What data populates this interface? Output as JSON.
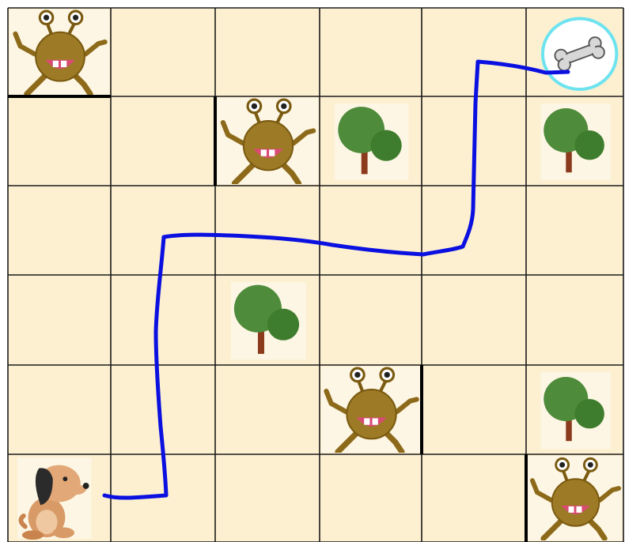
{
  "board": {
    "rows": 6,
    "cols": 6,
    "background_color": "#fdf0d1",
    "grid_line_color": "#1a1a1a",
    "path_color": "#0a10e0",
    "goal_ring_color": "#6ee3f0"
  },
  "pieces": [
    {
      "type": "monster",
      "icon": "monster-icon",
      "row": 0,
      "col": 0
    },
    {
      "type": "bone",
      "icon": "bone-icon",
      "row": 0,
      "col": 5,
      "highlighted": true
    },
    {
      "type": "monster",
      "icon": "monster-icon",
      "row": 1,
      "col": 2
    },
    {
      "type": "tree",
      "icon": "tree-icon",
      "row": 1,
      "col": 3
    },
    {
      "type": "tree",
      "icon": "tree-icon",
      "row": 1,
      "col": 5
    },
    {
      "type": "tree",
      "icon": "tree-icon",
      "row": 3,
      "col": 2
    },
    {
      "type": "monster",
      "icon": "monster-icon",
      "row": 4,
      "col": 3
    },
    {
      "type": "tree",
      "icon": "tree-icon",
      "row": 4,
      "col": 5
    },
    {
      "type": "dog",
      "icon": "dog-icon",
      "row": 5,
      "col": 0
    },
    {
      "type": "monster",
      "icon": "monster-icon",
      "row": 5,
      "col": 5
    }
  ],
  "walls": [
    {
      "orientation": "horizontal",
      "between_rows": [
        0,
        1
      ],
      "col": 0
    },
    {
      "orientation": "vertical",
      "between_cols": [
        1,
        2
      ],
      "row": 1
    },
    {
      "orientation": "vertical",
      "between_cols": [
        3,
        4
      ],
      "row": 4
    },
    {
      "orientation": "vertical",
      "between_cols": [
        4,
        5
      ],
      "row": 5
    }
  ],
  "drawn_path": {
    "description_cells": [
      [
        5,
        0
      ],
      [
        5,
        1
      ],
      [
        4,
        1
      ],
      [
        3,
        1
      ],
      [
        2,
        1
      ],
      [
        2,
        2
      ],
      [
        2,
        3
      ],
      [
        2,
        4
      ],
      [
        1,
        4
      ],
      [
        0,
        4
      ],
      [
        0,
        5
      ]
    ]
  }
}
